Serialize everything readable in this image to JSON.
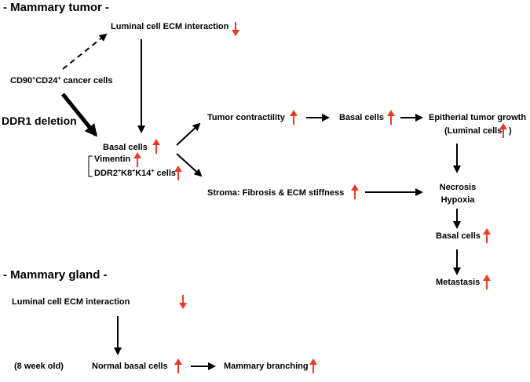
{
  "colors": {
    "increase_arrow": "#ee3a24",
    "decrease_arrow": "#ee3a24",
    "text": "#000000"
  },
  "sections": {
    "tumor_header": "- Mammary tumor -",
    "gland_header": "- Mammary gland -"
  },
  "tumor": {
    "luminal_ecm": "Luminal cell ECM interaction",
    "cd90": "CD90",
    "cd90_sup": "+",
    "cd24": "CD24",
    "cd24_sup": "+",
    "cancer_cells": " cancer cells",
    "ddr1_deletion": "DDR1 deletion",
    "basal_cells": "Basal cells",
    "vimentin": "Vimentin",
    "ddr2": "DDR2",
    "ddr2_sup": "+",
    "k8": "K8",
    "k8_sup": "+",
    "k14": "K14",
    "k14_sup": "+",
    "cells": " cells",
    "tumor_contractility": "Tumor contractility",
    "basal_cells_2": "Basal cells",
    "epithelial_growth": "Epitherial tumor growth",
    "luminal_cells_open": "(Luminal cells",
    "luminal_cells_close": ")",
    "stroma": "Stroma: Fibrosis & ECM stiffness",
    "necrosis": "Necrosis",
    "hypoxia": "Hypoxia",
    "basal_cells_3": "Basal cells",
    "metastasis": "Metastasis"
  },
  "gland": {
    "luminal_ecm": "Luminal cell ECM interaction",
    "age": "(8 week old)",
    "normal_basal": "Normal basal cells",
    "branching": "Mammary branching"
  },
  "icons": {
    "increase": "red-up-arrow-icon",
    "decrease": "red-down-arrow-icon"
  }
}
